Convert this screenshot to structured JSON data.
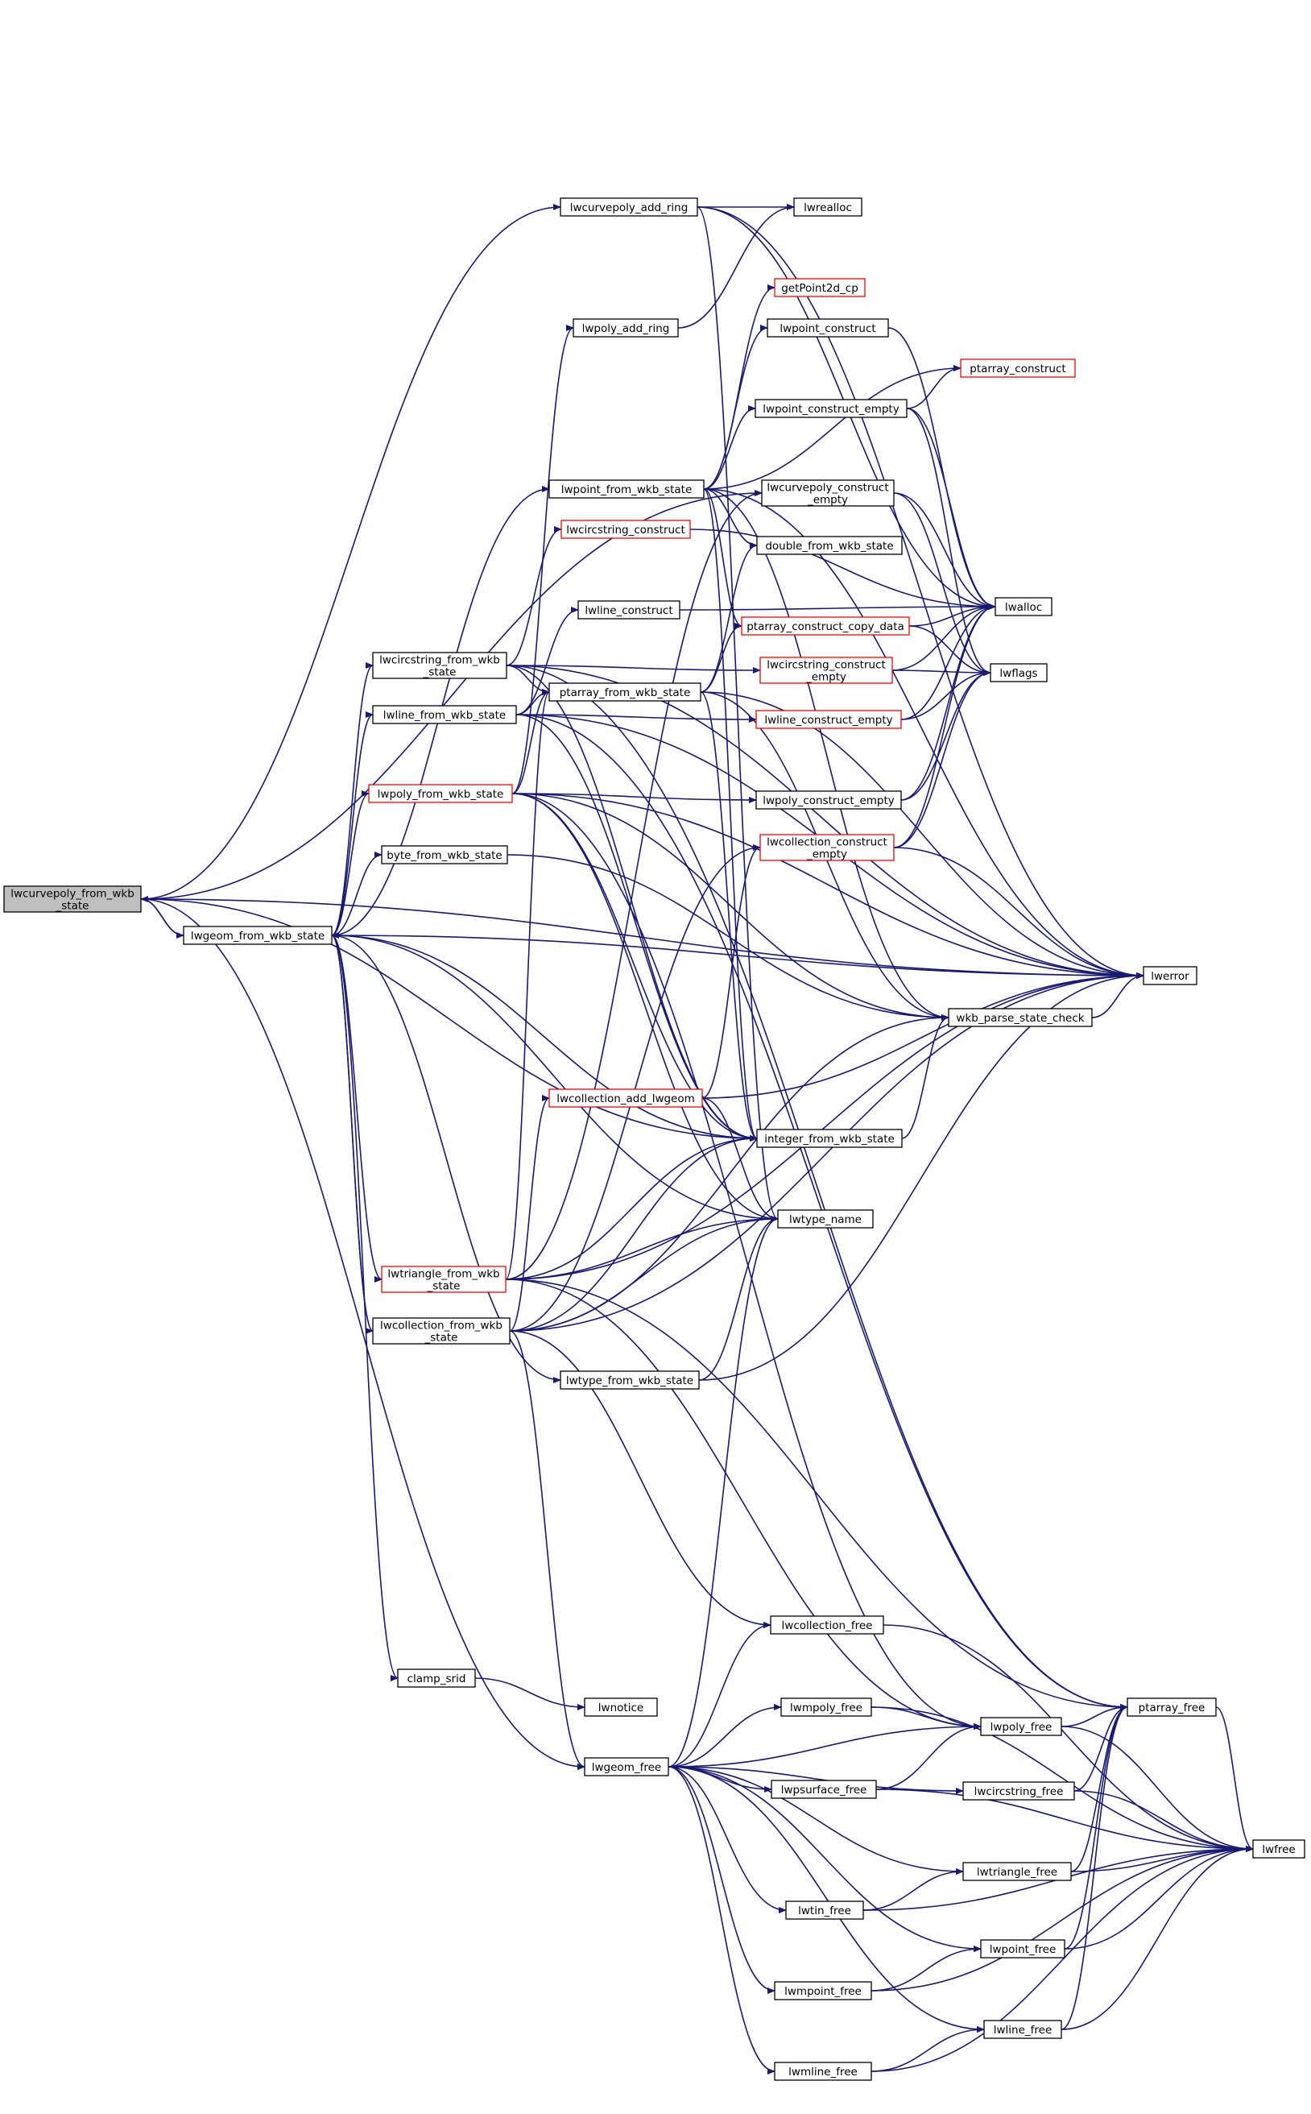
{
  "nodes": {
    "lwcurvepoly_from_wkb_state": {
      "lines": [
        "lwcurvepoly_from_wkb",
        "_state"
      ],
      "style": "root"
    },
    "lwgeom_from_wkb_state": {
      "lines": [
        "lwgeom_from_wkb_state"
      ],
      "style": "normal"
    },
    "lwcurvepoly_add_ring": {
      "lines": [
        "lwcurvepoly_add_ring"
      ],
      "style": "normal"
    },
    "lwrealloc": {
      "lines": [
        "lwrealloc"
      ],
      "style": "normal"
    },
    "getPoint2d_cp": {
      "lines": [
        "getPoint2d_cp"
      ],
      "style": "red"
    },
    "lwpoly_add_ring": {
      "lines": [
        "lwpoly_add_ring"
      ],
      "style": "normal"
    },
    "lwpoint_construct": {
      "lines": [
        "lwpoint_construct"
      ],
      "style": "normal"
    },
    "ptarray_construct": {
      "lines": [
        "ptarray_construct"
      ],
      "style": "red"
    },
    "lwpoint_construct_empty": {
      "lines": [
        "lwpoint_construct_empty"
      ],
      "style": "normal"
    },
    "lwpoint_from_wkb_state": {
      "lines": [
        "lwpoint_from_wkb_state"
      ],
      "style": "normal"
    },
    "lwcurvepoly_construct_empty": {
      "lines": [
        "lwcurvepoly_construct",
        "_empty"
      ],
      "style": "normal"
    },
    "lwcircstring_construct": {
      "lines": [
        "lwcircstring_construct"
      ],
      "style": "red"
    },
    "double_from_wkb_state": {
      "lines": [
        "double_from_wkb_state"
      ],
      "style": "normal"
    },
    "lwline_construct": {
      "lines": [
        "lwline_construct"
      ],
      "style": "normal"
    },
    "lwalloc": {
      "lines": [
        "lwalloc"
      ],
      "style": "normal"
    },
    "ptarray_construct_copy_data": {
      "lines": [
        "ptarray_construct_copy_data"
      ],
      "style": "red"
    },
    "lwcircstring_from_wkb_state": {
      "lines": [
        "lwcircstring_from_wkb",
        "_state"
      ],
      "style": "normal"
    },
    "lwcircstring_construct_empty": {
      "lines": [
        "lwcircstring_construct",
        "_empty"
      ],
      "style": "red"
    },
    "lwflags": {
      "lines": [
        "lwflags"
      ],
      "style": "normal"
    },
    "ptarray_from_wkb_state": {
      "lines": [
        "ptarray_from_wkb_state"
      ],
      "style": "normal"
    },
    "lwline_from_wkb_state": {
      "lines": [
        "lwline_from_wkb_state"
      ],
      "style": "normal"
    },
    "lwline_construct_empty": {
      "lines": [
        "lwline_construct_empty"
      ],
      "style": "red"
    },
    "lwpoly_from_wkb_state": {
      "lines": [
        "lwpoly_from_wkb_state"
      ],
      "style": "red"
    },
    "lwpoly_construct_empty": {
      "lines": [
        "lwpoly_construct_empty"
      ],
      "style": "normal"
    },
    "lwcollection_construct_empty": {
      "lines": [
        "lwcollection_construct",
        "_empty"
      ],
      "style": "red"
    },
    "byte_from_wkb_state": {
      "lines": [
        "byte_from_wkb_state"
      ],
      "style": "normal"
    },
    "lwerror": {
      "lines": [
        "lwerror"
      ],
      "style": "normal"
    },
    "wkb_parse_state_check": {
      "lines": [
        "wkb_parse_state_check"
      ],
      "style": "normal"
    },
    "lwcollection_add_lwgeom": {
      "lines": [
        "lwcollection_add_lwgeom"
      ],
      "style": "red"
    },
    "integer_from_wkb_state": {
      "lines": [
        "integer_from_wkb_state"
      ],
      "style": "normal"
    },
    "lwtype_name": {
      "lines": [
        "lwtype_name"
      ],
      "style": "normal"
    },
    "lwtriangle_from_wkb_state": {
      "lines": [
        "lwtriangle_from_wkb",
        "_state"
      ],
      "style": "red"
    },
    "lwcollection_from_wkb_state": {
      "lines": [
        "lwcollection_from_wkb",
        "_state"
      ],
      "style": "normal"
    },
    "lwtype_from_wkb_state": {
      "lines": [
        "lwtype_from_wkb_state"
      ],
      "style": "normal"
    },
    "lwcollection_free": {
      "lines": [
        "lwcollection_free"
      ],
      "style": "normal"
    },
    "clamp_srid": {
      "lines": [
        "clamp_srid"
      ],
      "style": "normal"
    },
    "lwnotice": {
      "lines": [
        "lwnotice"
      ],
      "style": "normal"
    },
    "lwmpoly_free": {
      "lines": [
        "lwmpoly_free"
      ],
      "style": "normal"
    },
    "ptarray_free": {
      "lines": [
        "ptarray_free"
      ],
      "style": "normal"
    },
    "lwpoly_free": {
      "lines": [
        "lwpoly_free"
      ],
      "style": "normal"
    },
    "lwgeom_free": {
      "lines": [
        "lwgeom_free"
      ],
      "style": "normal"
    },
    "lwpsurface_free": {
      "lines": [
        "lwpsurface_free"
      ],
      "style": "normal"
    },
    "lwcircstring_free": {
      "lines": [
        "lwcircstring_free"
      ],
      "style": "normal"
    },
    "lwfree": {
      "lines": [
        "lwfree"
      ],
      "style": "normal"
    },
    "lwtriangle_free": {
      "lines": [
        "lwtriangle_free"
      ],
      "style": "normal"
    },
    "lwtin_free": {
      "lines": [
        "lwtin_free"
      ],
      "style": "normal"
    },
    "lwpoint_free": {
      "lines": [
        "lwpoint_free"
      ],
      "style": "normal"
    },
    "lwmpoint_free": {
      "lines": [
        "lwmpoint_free"
      ],
      "style": "normal"
    },
    "lwline_free": {
      "lines": [
        "lwline_free"
      ],
      "style": "normal"
    },
    "lwmline_free": {
      "lines": [
        "lwmline_free"
      ],
      "style": "normal"
    }
  },
  "edges": [
    [
      "lwcurvepoly_from_wkb_state",
      "lwcurvepoly_add_ring"
    ],
    [
      "lwcurvepoly_from_wkb_state",
      "lwerror"
    ],
    [
      "lwcurvepoly_from_wkb_state",
      "lwcurvepoly_construct_empty"
    ],
    [
      "lwcurvepoly_from_wkb_state",
      "lwgeom_from_wkb_state"
    ],
    [
      "lwcurvepoly_from_wkb_state",
      "lwgeom_free"
    ],
    [
      "lwcurvepoly_from_wkb_state",
      "integer_from_wkb_state"
    ],
    [
      "lwcurvepoly_add_ring",
      "lwrealloc"
    ],
    [
      "lwcurvepoly_add_ring",
      "lwalloc"
    ],
    [
      "lwcurvepoly_add_ring",
      "lwerror"
    ],
    [
      "lwcurvepoly_add_ring",
      "lwtype_name"
    ],
    [
      "lwpoly_add_ring",
      "lwrealloc"
    ],
    [
      "lwpoint_construct",
      "lwalloc"
    ],
    [
      "lwpoint_construct_empty",
      "lwalloc"
    ],
    [
      "lwpoint_construct_empty",
      "lwflags"
    ],
    [
      "lwpoint_construct_empty",
      "ptarray_construct"
    ],
    [
      "lwcurvepoly_construct_empty",
      "lwalloc"
    ],
    [
      "lwcurvepoly_construct_empty",
      "lwflags"
    ],
    [
      "lwcircstring_construct",
      "lwalloc"
    ],
    [
      "lwline_construct",
      "lwalloc"
    ],
    [
      "ptarray_construct_copy_data",
      "lwalloc"
    ],
    [
      "ptarray_construct_copy_data",
      "lwflags"
    ],
    [
      "lwcircstring_construct_empty",
      "lwalloc"
    ],
    [
      "lwcircstring_construct_empty",
      "lwflags"
    ],
    [
      "lwline_construct_empty",
      "lwalloc"
    ],
    [
      "lwline_construct_empty",
      "lwflags"
    ],
    [
      "lwpoly_construct_empty",
      "lwalloc"
    ],
    [
      "lwpoly_construct_empty",
      "lwflags"
    ],
    [
      "lwcollection_construct_empty",
      "lwalloc"
    ],
    [
      "lwcollection_construct_empty",
      "lwflags"
    ],
    [
      "lwcollection_construct_empty",
      "lwerror"
    ],
    [
      "lwpoint_from_wkb_state",
      "getPoint2d_cp"
    ],
    [
      "lwpoint_from_wkb_state",
      "lwpoint_construct"
    ],
    [
      "lwpoint_from_wkb_state",
      "ptarray_construct"
    ],
    [
      "lwpoint_from_wkb_state",
      "lwpoint_construct_empty"
    ],
    [
      "lwpoint_from_wkb_state",
      "double_from_wkb_state"
    ],
    [
      "lwpoint_from_wkb_state",
      "ptarray_construct_copy_data"
    ],
    [
      "lwpoint_from_wkb_state",
      "lwerror"
    ],
    [
      "lwpoint_from_wkb_state",
      "wkb_parse_state_check"
    ],
    [
      "lwpoint_from_wkb_state",
      "integer_from_wkb_state"
    ],
    [
      "lwcircstring_from_wkb_state",
      "lwcircstring_construct"
    ],
    [
      "lwcircstring_from_wkb_state",
      "lwcircstring_construct_empty"
    ],
    [
      "lwcircstring_from_wkb_state",
      "ptarray_from_wkb_state"
    ],
    [
      "lwcircstring_from_wkb_state",
      "lwerror"
    ],
    [
      "lwcircstring_from_wkb_state",
      "integer_from_wkb_state"
    ],
    [
      "lwcircstring_from_wkb_state",
      "ptarray_free"
    ],
    [
      "lwline_from_wkb_state",
      "lwline_construct"
    ],
    [
      "lwline_from_wkb_state",
      "lwline_construct_empty"
    ],
    [
      "lwline_from_wkb_state",
      "ptarray_from_wkb_state"
    ],
    [
      "lwline_from_wkb_state",
      "lwerror"
    ],
    [
      "lwline_from_wkb_state",
      "integer_from_wkb_state"
    ],
    [
      "lwline_from_wkb_state",
      "ptarray_free"
    ],
    [
      "lwpoly_from_wkb_state",
      "lwpoly_add_ring"
    ],
    [
      "lwpoly_from_wkb_state",
      "lwpoly_construct_empty"
    ],
    [
      "lwpoly_from_wkb_state",
      "ptarray_from_wkb_state"
    ],
    [
      "lwpoly_from_wkb_state",
      "lwerror"
    ],
    [
      "lwpoly_from_wkb_state",
      "integer_from_wkb_state"
    ],
    [
      "lwpoly_from_wkb_state",
      "wkb_parse_state_check"
    ],
    [
      "lwpoly_from_wkb_state",
      "lwpoly_free"
    ],
    [
      "lwpoly_from_wkb_state",
      "lwtype_name"
    ],
    [
      "ptarray_from_wkb_state",
      "ptarray_construct_copy_data"
    ],
    [
      "ptarray_from_wkb_state",
      "double_from_wkb_state"
    ],
    [
      "ptarray_from_wkb_state",
      "lwerror"
    ],
    [
      "ptarray_from_wkb_state",
      "wkb_parse_state_check"
    ],
    [
      "ptarray_from_wkb_state",
      "integer_from_wkb_state"
    ],
    [
      "byte_from_wkb_state",
      "wkb_parse_state_check"
    ],
    [
      "wkb_parse_state_check",
      "lwerror"
    ],
    [
      "integer_from_wkb_state",
      "wkb_parse_state_check"
    ],
    [
      "lwcollection_add_lwgeom",
      "lwcollection_construct_empty"
    ],
    [
      "lwcollection_add_lwgeom",
      "lwerror"
    ],
    [
      "lwcollection_add_lwgeom",
      "lwtype_name"
    ],
    [
      "lwgeom_from_wkb_state",
      "lwcurvepoly_from_wkb_state"
    ],
    [
      "lwgeom_from_wkb_state",
      "lwpoint_from_wkb_state"
    ],
    [
      "lwgeom_from_wkb_state",
      "lwcircstring_from_wkb_state"
    ],
    [
      "lwgeom_from_wkb_state",
      "lwline_from_wkb_state"
    ],
    [
      "lwgeom_from_wkb_state",
      "lwpoly_from_wkb_state"
    ],
    [
      "lwgeom_from_wkb_state",
      "byte_from_wkb_state"
    ],
    [
      "lwgeom_from_wkb_state",
      "lwtriangle_from_wkb_state"
    ],
    [
      "lwgeom_from_wkb_state",
      "lwcollection_from_wkb_state"
    ],
    [
      "lwgeom_from_wkb_state",
      "lwtype_from_wkb_state"
    ],
    [
      "lwgeom_from_wkb_state",
      "clamp_srid"
    ],
    [
      "lwgeom_from_wkb_state",
      "integer_from_wkb_state"
    ],
    [
      "lwgeom_from_wkb_state",
      "lwerror"
    ],
    [
      "lwgeom_from_wkb_state",
      "lwtype_name"
    ],
    [
      "lwtriangle_from_wkb_state",
      "lwcurvepoly_construct_empty"
    ],
    [
      "lwtriangle_from_wkb_state",
      "ptarray_from_wkb_state"
    ],
    [
      "lwtriangle_from_wkb_state",
      "integer_from_wkb_state"
    ],
    [
      "lwtriangle_from_wkb_state",
      "lwtype_name"
    ],
    [
      "lwtriangle_from_wkb_state",
      "lwerror"
    ],
    [
      "lwtriangle_from_wkb_state",
      "ptarray_free"
    ],
    [
      "lwtriangle_from_wkb_state",
      "lwpoly_free"
    ],
    [
      "lwcollection_from_wkb_state",
      "lwcollection_add_lwgeom"
    ],
    [
      "lwcollection_from_wkb_state",
      "lwcollection_construct_empty"
    ],
    [
      "lwcollection_from_wkb_state",
      "lwgeom_from_wkb_state"
    ],
    [
      "lwcollection_from_wkb_state",
      "integer_from_wkb_state"
    ],
    [
      "lwcollection_from_wkb_state",
      "lwerror"
    ],
    [
      "lwcollection_from_wkb_state",
      "lwtype_name"
    ],
    [
      "lwcollection_from_wkb_state",
      "lwcollection_free"
    ],
    [
      "lwcollection_from_wkb_state",
      "lwgeom_free"
    ],
    [
      "lwcollection_from_wkb_state",
      "wkb_parse_state_check"
    ],
    [
      "lwtype_from_wkb_state",
      "lwtype_name"
    ],
    [
      "lwtype_from_wkb_state",
      "lwerror"
    ],
    [
      "clamp_srid",
      "lwnotice"
    ],
    [
      "lwgeom_free",
      "lwcollection_free"
    ],
    [
      "lwgeom_free",
      "lwmpoly_free"
    ],
    [
      "lwgeom_free",
      "lwpoly_free"
    ],
    [
      "lwgeom_free",
      "lwpsurface_free"
    ],
    [
      "lwgeom_free",
      "lwcircstring_free"
    ],
    [
      "lwgeom_free",
      "lwtriangle_free"
    ],
    [
      "lwgeom_free",
      "lwtin_free"
    ],
    [
      "lwgeom_free",
      "lwpoint_free"
    ],
    [
      "lwgeom_free",
      "lwmpoint_free"
    ],
    [
      "lwgeom_free",
      "lwline_free"
    ],
    [
      "lwgeom_free",
      "lwmline_free"
    ],
    [
      "lwgeom_free",
      "lwtype_name"
    ],
    [
      "lwcollection_free",
      "lwfree"
    ],
    [
      "lwmpoly_free",
      "lwpoly_free"
    ],
    [
      "lwmpoly_free",
      "lwfree"
    ],
    [
      "lwpoly_free",
      "ptarray_free"
    ],
    [
      "lwpoly_free",
      "lwfree"
    ],
    [
      "lwpsurface_free",
      "lwpoly_free"
    ],
    [
      "lwpsurface_free",
      "lwfree"
    ],
    [
      "lwcircstring_free",
      "ptarray_free"
    ],
    [
      "lwcircstring_free",
      "lwfree"
    ],
    [
      "lwtriangle_free",
      "ptarray_free"
    ],
    [
      "lwtriangle_free",
      "lwfree"
    ],
    [
      "lwtin_free",
      "lwtriangle_free"
    ],
    [
      "lwtin_free",
      "lwfree"
    ],
    [
      "lwpoint_free",
      "ptarray_free"
    ],
    [
      "lwpoint_free",
      "lwfree"
    ],
    [
      "lwmpoint_free",
      "lwpoint_free"
    ],
    [
      "lwmpoint_free",
      "lwfree"
    ],
    [
      "lwline_free",
      "ptarray_free"
    ],
    [
      "lwline_free",
      "lwfree"
    ],
    [
      "lwmline_free",
      "lwline_free"
    ],
    [
      "lwmline_free",
      "lwfree"
    ],
    [
      "ptarray_free",
      "lwfree"
    ]
  ]
}
